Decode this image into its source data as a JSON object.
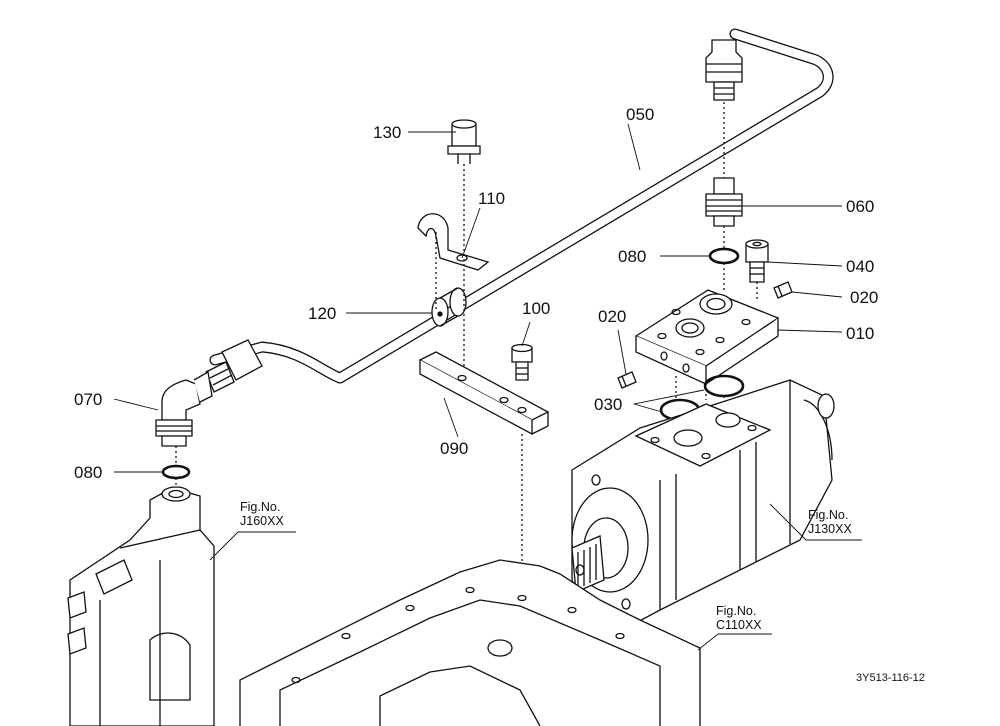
{
  "parts": {
    "p010": "010",
    "p020a": "020",
    "p020b": "020",
    "p030": "030",
    "p040": "040",
    "p050": "050",
    "p060": "060",
    "p070": "070",
    "p080a": "080",
    "p080b": "080",
    "p090": "090",
    "p100": "100",
    "p110": "110",
    "p120": "120",
    "p130": "130"
  },
  "refs": {
    "j160": {
      "line1": "Fig.No.",
      "line2": "J160XX"
    },
    "j130": {
      "line1": "Fig.No.",
      "line2": "J130XX"
    },
    "c110": {
      "line1": "Fig.No.",
      "line2": "C110XX"
    }
  },
  "drawing_code": "3Y513-116-12"
}
